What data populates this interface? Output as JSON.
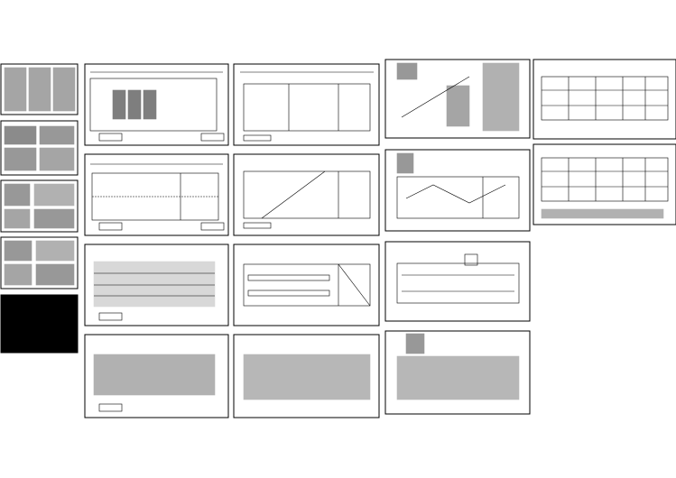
{
  "title": "",
  "layout": {
    "drawing_sheets": 16,
    "index_sheets": 5,
    "columns": 5
  },
  "sheet_labels": [],
  "colors": {
    "background": "#ffffff",
    "line": "#000000",
    "fill_dark": "#000000"
  },
  "sheets": [
    {
      "id": "idx1",
      "kind": "index"
    },
    {
      "id": "idx2",
      "kind": "index"
    },
    {
      "id": "idx3",
      "kind": "index"
    },
    {
      "id": "idx4",
      "kind": "index"
    },
    {
      "id": "idx5",
      "kind": "index-dark"
    },
    {
      "id": "s1",
      "kind": "equipment-plan"
    },
    {
      "id": "s2",
      "kind": "outline-plan"
    },
    {
      "id": "s3",
      "kind": "schematic"
    },
    {
      "id": "s4",
      "kind": "grid-plan"
    },
    {
      "id": "s5",
      "kind": "floor-plan"
    },
    {
      "id": "s6",
      "kind": "diagonal-plan"
    },
    {
      "id": "s7",
      "kind": "piping-plan"
    },
    {
      "id": "s8",
      "kind": "grid-plan-notes"
    },
    {
      "id": "s9",
      "kind": "za-plan"
    },
    {
      "id": "s10",
      "kind": "hatched-plan"
    },
    {
      "id": "s11",
      "kind": "hatched-plan-2"
    },
    {
      "id": "s12",
      "kind": "dense-plan"
    },
    {
      "id": "s13",
      "kind": "dense-plan-2"
    },
    {
      "id": "s14",
      "kind": "dense-plan-3"
    }
  ]
}
